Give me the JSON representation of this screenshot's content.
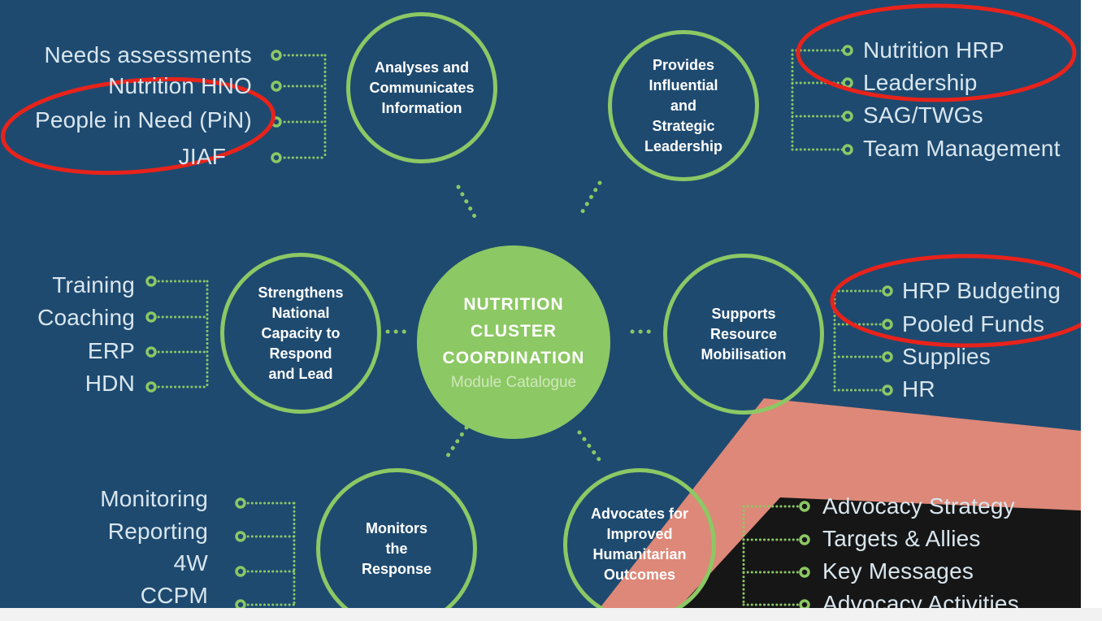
{
  "colors": {
    "background": "#1e4a70",
    "accent_green": "#8cc864",
    "highlight_red": "#e8231b",
    "shape_salmon": "#dd8878",
    "shape_dark": "#161616"
  },
  "center": {
    "title_lines": [
      "NUTRITION",
      "CLUSTER",
      "COORDINATION"
    ],
    "subtitle": "Module Catalogue"
  },
  "nodes": {
    "analyses": [
      "Analyses and",
      "Communicates",
      "Information"
    ],
    "leadership": [
      "Provides",
      "Influential",
      "and",
      "Strategic",
      "Leadership"
    ],
    "capacity": [
      "Strengthens",
      "National",
      "Capacity to",
      "Respond",
      "and Lead"
    ],
    "resource": [
      "Supports",
      "Resource",
      "Mobilisation"
    ],
    "monitors": [
      "Monitors",
      "the",
      "Response"
    ],
    "advocates": [
      "Advocates for",
      "Improved",
      "Humanitarian",
      "Outcomes"
    ]
  },
  "lists": {
    "analyses": [
      "Needs assessments",
      "Nutrition HNO",
      "People in Need (PiN)",
      "JIAF"
    ],
    "leadership": [
      "Nutrition HRP",
      "Leadership",
      "SAG/TWGs",
      "Team Management"
    ],
    "capacity": [
      "Training",
      "Coaching",
      "ERP",
      "HDN"
    ],
    "resource": [
      "HRP Budgeting",
      "Pooled Funds",
      "Supplies",
      "HR"
    ],
    "monitors": [
      "Monitoring",
      "Reporting",
      "4W",
      "CCPM"
    ],
    "advocates": [
      "Advocacy Strategy",
      "Targets & Allies",
      "Key Messages",
      "Advocacy Activities"
    ]
  }
}
